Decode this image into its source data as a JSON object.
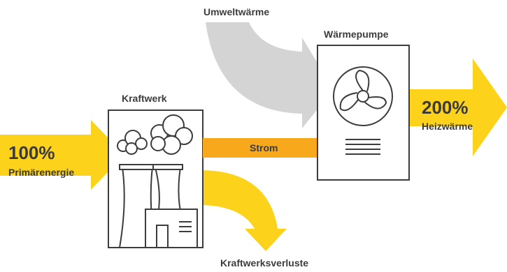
{
  "labels": {
    "umweltwaerme": "Umweltwärme",
    "waermepumpe": "Wärmepumpe",
    "kraftwerk": "Kraftwerk",
    "strom": "Strom",
    "kraftwerksverluste": "Kraftwerksverluste"
  },
  "input": {
    "percent": "100%",
    "label": "Primärenergie"
  },
  "output": {
    "percent": "200%",
    "label": "Heizwärme"
  },
  "colors": {
    "yellow": "#FDD21A",
    "orange": "#F7A81B",
    "gray": "#D4D4D4",
    "outline": "#3c3c3c"
  }
}
